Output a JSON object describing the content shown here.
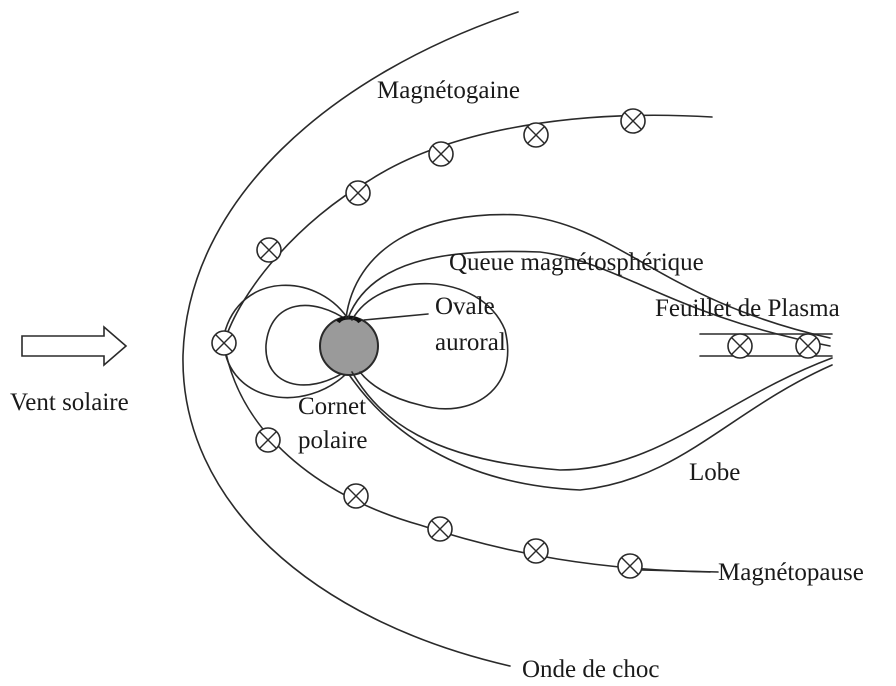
{
  "labels": {
    "magnetosheath": "Magnétogaine",
    "magnetotail": "Queue magnétosphérique",
    "auroral_oval_line1": "Ovale",
    "auroral_oval_line2": "auroral",
    "plasma_sheet": "Feuillet de Plasma",
    "solar_wind": "Vent solaire",
    "polar_cusp_line1": "Cornet",
    "polar_cusp_line2": "polaire",
    "lobe": "Lobe",
    "magnetopause": "Magnétopause",
    "bow_shock": "Onde de choc"
  },
  "colors": {
    "line": "#2a2a2a",
    "earth_fill": "#9a9a9a",
    "text": "#1a1a1a"
  },
  "icons": {
    "current_marker": "circle-cross-icon",
    "solar_wind_arrow": "right-arrow-icon"
  }
}
